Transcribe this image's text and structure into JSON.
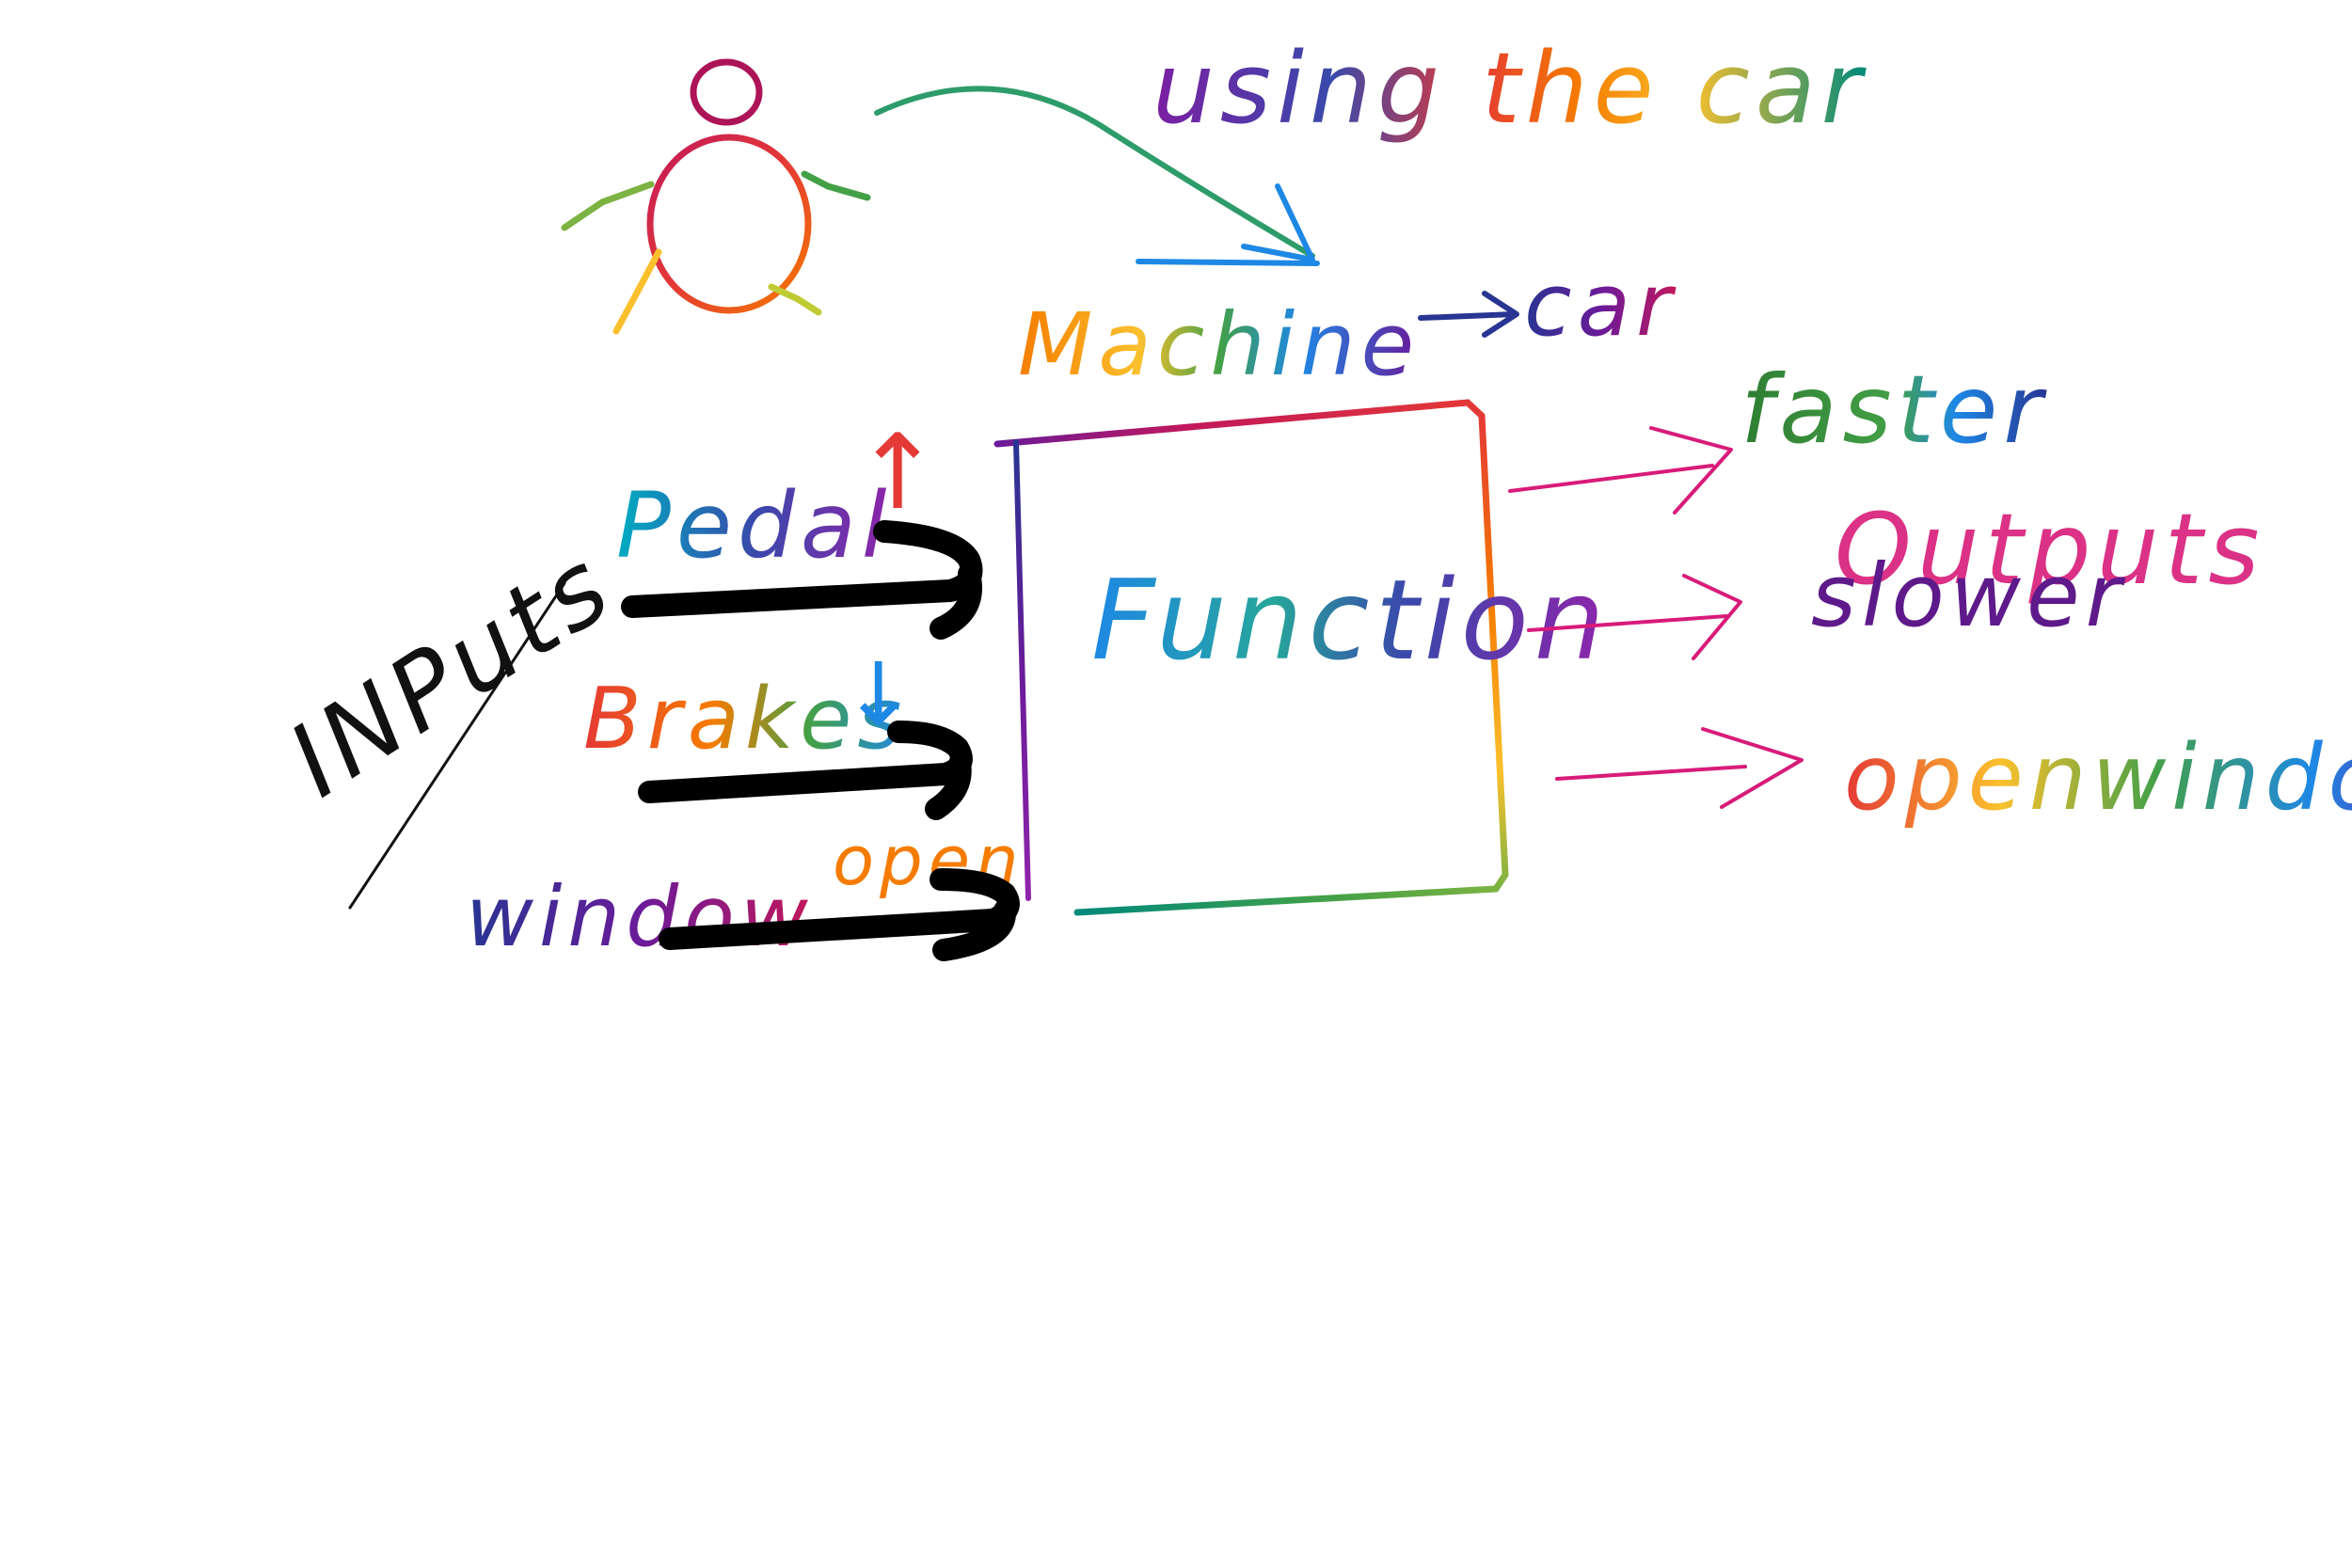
{
  "title": "using the car",
  "machine_label": "Machine",
  "machine_value": "car",
  "box_label": "Function",
  "inputs_heading": "INPuts",
  "inputs": [
    {
      "label": "Pedal",
      "indicator": "↑"
    },
    {
      "label": "Brakes",
      "indicator": "↓"
    },
    {
      "label": "window",
      "indicator": "open"
    }
  ],
  "outputs_heading": "Outputs",
  "outputs": [
    "faster",
    "slower",
    "openwindow"
  ],
  "colors": {
    "rainbow": [
      "#c2185b",
      "#e53935",
      "#f57c00",
      "#fbc02d",
      "#43a047",
      "#1e88e5",
      "#3949ab",
      "#8e24aa"
    ],
    "ink": "#000000",
    "output_arrow": "#d81b7a"
  }
}
